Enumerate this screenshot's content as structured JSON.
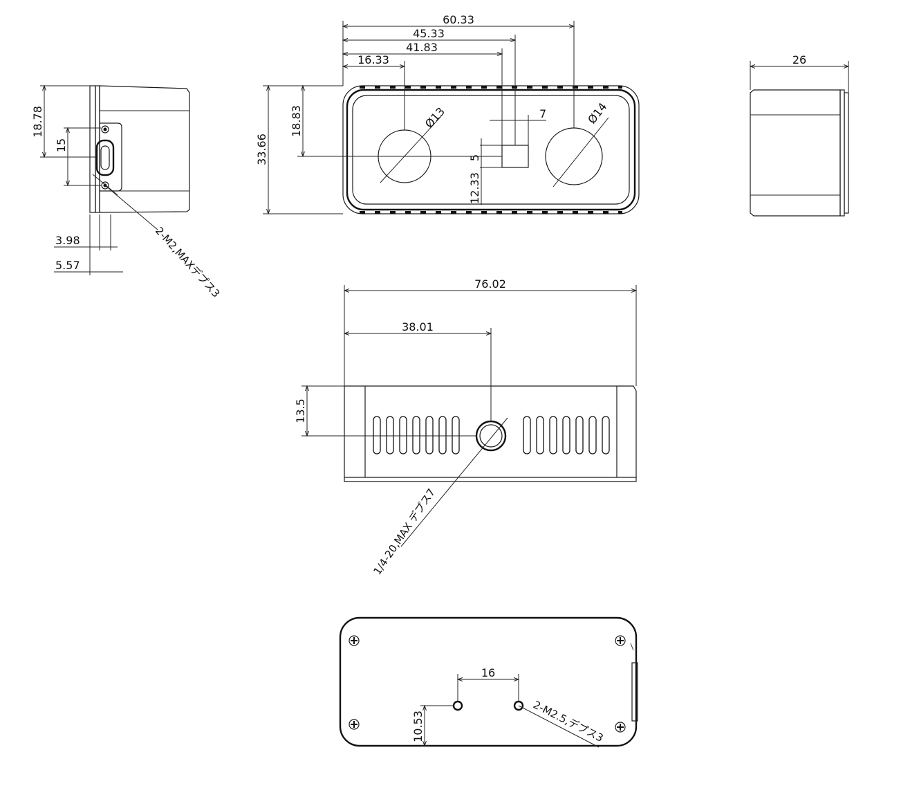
{
  "views": {
    "side_left": {
      "dims": {
        "height_total": "18.78",
        "port_span": "15",
        "offset_a": "3.98",
        "offset_b": "5.57"
      },
      "note": "2-M2,MAXデプス3"
    },
    "front": {
      "dims": {
        "width_total": "60.33",
        "w2": "45.33",
        "w3": "41.83",
        "w4": "16.33",
        "height_total": "33.66",
        "height_center": "18.83",
        "lens_left_dia": "Ø13",
        "lens_right_dia": "Ø14",
        "sensor_w": "7",
        "sensor_h": "5",
        "sensor_offset": "12.33"
      }
    },
    "side_right": {
      "dims": {
        "depth": "26"
      }
    },
    "top": {
      "dims": {
        "width_total": "76.02",
        "half_width": "38.01",
        "hole_height": "13.5"
      },
      "note": "1/4-20,MAX デプス7"
    },
    "bottom": {
      "dims": {
        "hole_spacing": "16",
        "hole_offset": "10.53"
      },
      "note": "2-M2.5,デプス3"
    }
  }
}
